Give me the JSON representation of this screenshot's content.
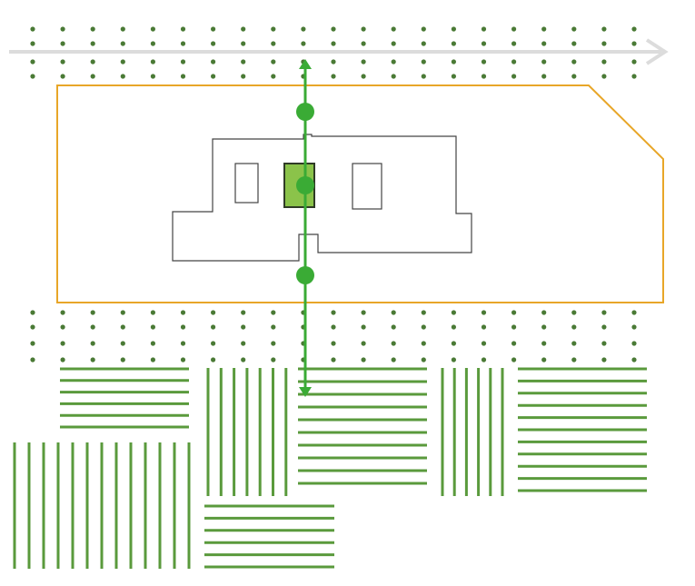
{
  "colors": {
    "background": "#ffffff",
    "dot": "#4a7a35",
    "stripe": "#5a9a3c",
    "site_boundary": "#e8a628",
    "building_outline": "#444444",
    "axis_line": "#3aab35",
    "core_fill": "#8bc34a",
    "core_stroke": "#2f3b26",
    "site_arrow": "#d9d9d9"
  },
  "elements": {
    "site_arrow": "grey-arrow-right",
    "site_boundary": "orange-site-outline",
    "building": "building-plan-outline",
    "axis": "green-axis-with-nodes",
    "orchards": "dotted-tree-rows",
    "fields": "striped-field-patches"
  },
  "axis_nodes": 3
}
